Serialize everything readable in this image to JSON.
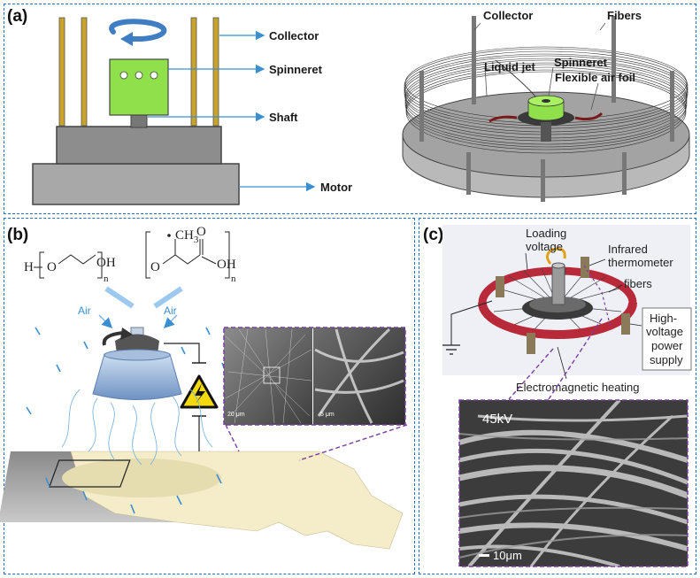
{
  "panels": {
    "a": {
      "label": "(a)",
      "collector": "Collector",
      "spinneret": "Spinneret",
      "shaft": "Shaft",
      "motor": "Motor",
      "right_collector": "Collector",
      "right_fibers": "Fibers",
      "liquid_jet": "Liquid jet",
      "right_spinneret": "Spinneret",
      "air_foil": "Flexible air foil"
    },
    "b": {
      "label": "(b)",
      "chem1_h": "H",
      "chem1_o": "O",
      "chem1_oh": "OH",
      "chem1_n": "n",
      "chem2_ch3": "CH",
      "chem2_ch3_sub": "3",
      "chem2_o_ring": "O",
      "chem2_o_dbl": "O",
      "chem2_oh": "OH",
      "chem2_n": "n",
      "air_left": "Air",
      "air_right": "Air",
      "scale1": "20 μm",
      "scale2": "5 μm"
    },
    "c": {
      "label": "(c)",
      "loading_voltage_1": "Loading",
      "loading_voltage_2": "voltage",
      "infrared_1": "Infrared",
      "infrared_2": "thermometer",
      "fibers": "fibers",
      "hv_1": "High-",
      "hv_2": "voltage",
      "hv_3": "power",
      "hv_4": "supply",
      "em_heating": "Electromagnetic heating",
      "kv": "45kV",
      "scale": "10μm"
    }
  },
  "colors": {
    "border": "#1f6fc5",
    "accent_arrow": "#3a8fd0",
    "spinneret": "#8fe04a",
    "rod": "#c9a32a",
    "ring": "#b8293a",
    "purple": "#7a3ea0"
  }
}
